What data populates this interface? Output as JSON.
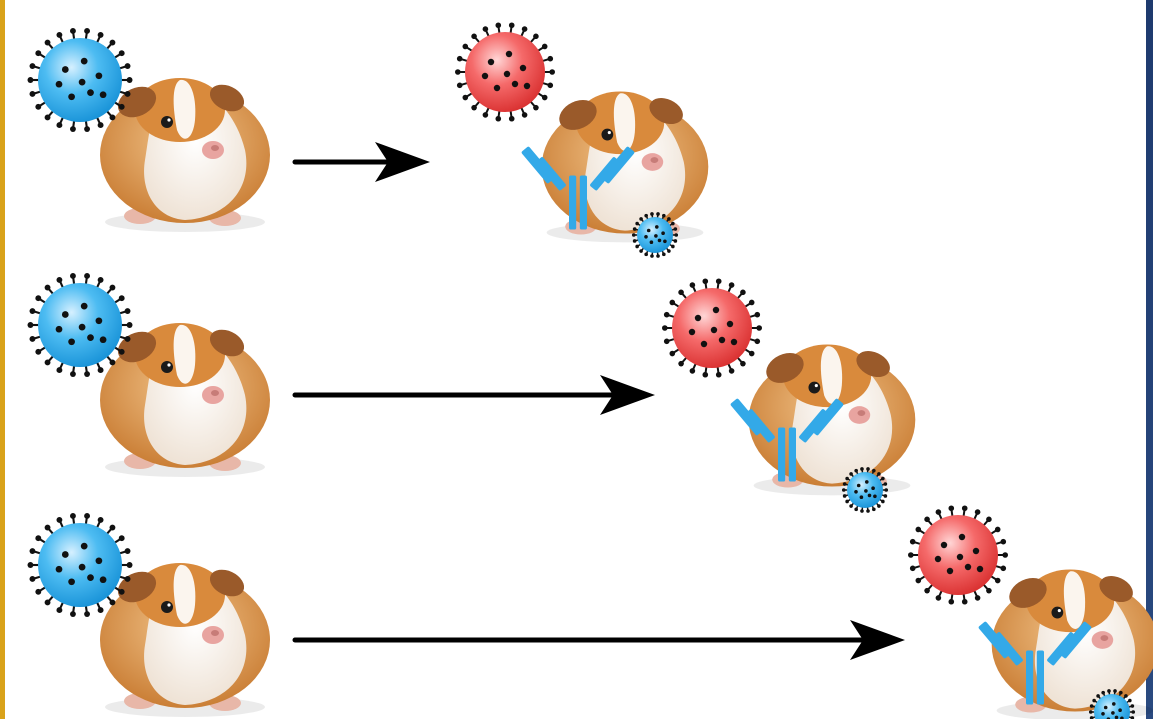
{
  "colors": {
    "background": "#ffffff",
    "virus_first": "#2fa6e6",
    "virus_second": "#f04545",
    "antibody": "#33a9e8",
    "arrow": "#000000",
    "fur_orange": "#d88a3c",
    "fur_white": "#f7efe6",
    "frame_left": "#d9a21a",
    "frame_right": "#1e3a6e"
  },
  "icons": {
    "primary_virus": "blue-virus-icon",
    "secondary_virus": "red-virus-icon",
    "animal": "guinea-pig-icon",
    "antibody": "antibody-icon",
    "arrow": "arrow-icon"
  },
  "rows": [
    {
      "id": 1,
      "arrow_length": "short"
    },
    {
      "id": 2,
      "arrow_length": "medium"
    },
    {
      "id": 3,
      "arrow_length": "long"
    }
  ]
}
